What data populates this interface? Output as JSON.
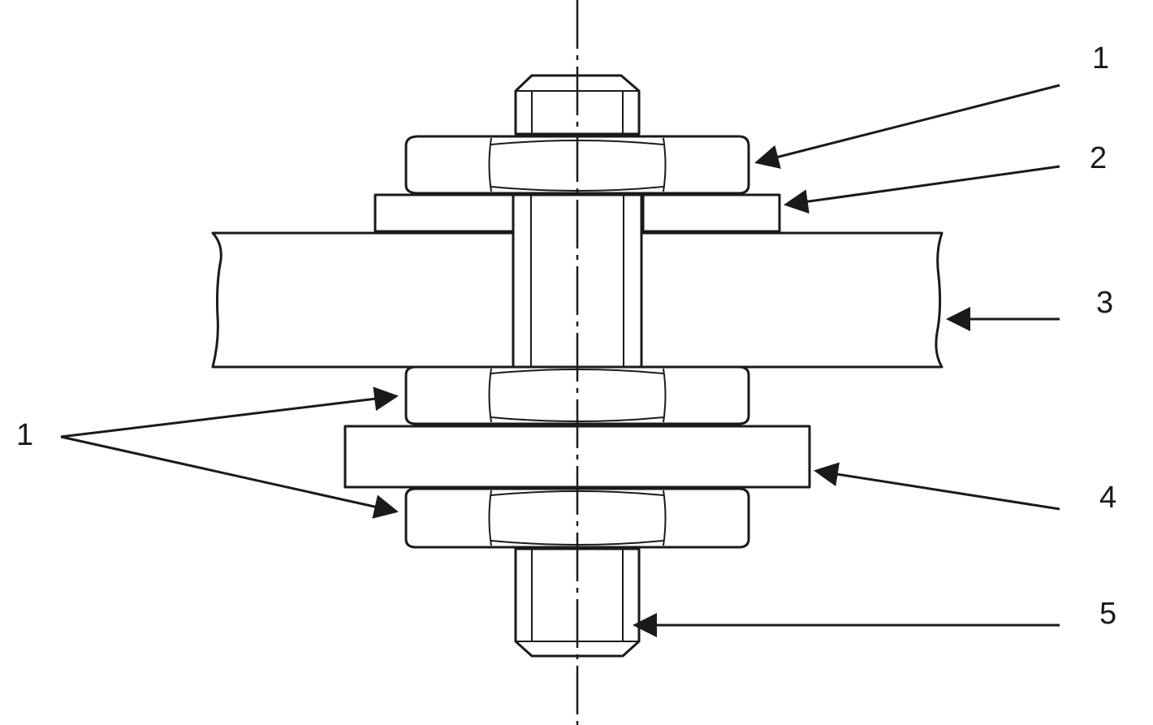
{
  "callouts": {
    "nut_top": "1",
    "washer_top": "2",
    "plate": "3",
    "nuts_bottom": "1",
    "washer_bottom": "4",
    "stud": "5"
  },
  "colors": {
    "ink": "#1a1a1a",
    "paper": "#ffffff"
  }
}
